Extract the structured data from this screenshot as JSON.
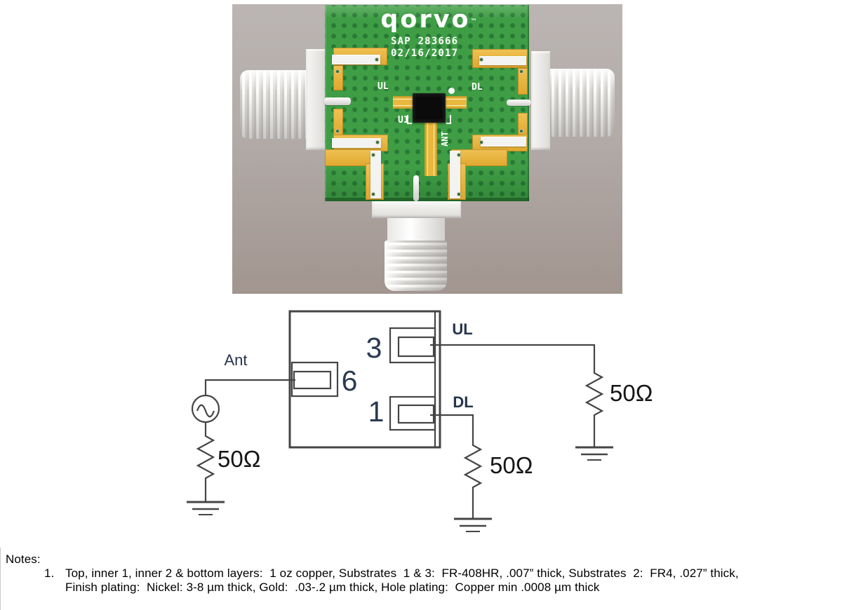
{
  "photo": {
    "background_top": "#bbb5b3",
    "background_bottom": "#a2958f",
    "pcb_color": "#3f9e45",
    "gold_color": "#e8b83f",
    "silkscreen": {
      "logo": "qorvo",
      "logo_tm": "™",
      "part_number": "SAP 283666",
      "date": "02/16/2017",
      "label_ul": "UL",
      "label_dl": "DL",
      "label_u1": "U1",
      "label_ant": "ANT"
    }
  },
  "schematic": {
    "labels": {
      "ant": "Ant",
      "ul": "UL",
      "dl": "DL"
    },
    "pins": {
      "pin3": "3",
      "pin6": "6",
      "pin1": "1"
    },
    "resistors": {
      "ant": "50Ω",
      "ul": "50Ω",
      "dl": "50Ω"
    }
  },
  "notes": {
    "heading": "Notes:",
    "item_number": "1.",
    "line1": "Top, inner 1, inner 2 & bottom layers:  1 oz copper, Substrates  1 & 3:  FR-408HR, .007” thick, Substrates  2:  FR4, .027” thick,",
    "line2": "Finish plating:  Nickel: 3-8 µm thick, Gold:  .03-.2 µm thick, Hole plating:  Copper min .0008 µm thick"
  }
}
